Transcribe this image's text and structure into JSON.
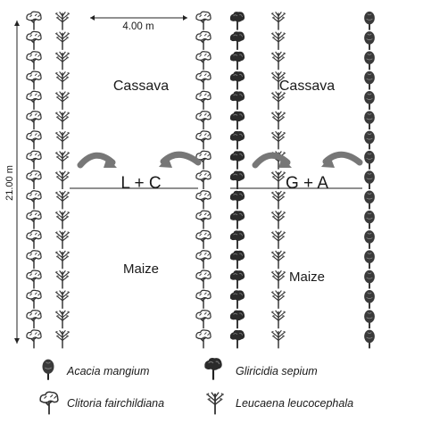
{
  "measurements": {
    "width_label": "4.00 m",
    "length_label": "21.00 m"
  },
  "plots": {
    "left": {
      "upper_crop": "Cassava",
      "lower_crop": "Maize",
      "treatment": "L + C"
    },
    "right": {
      "upper_crop": "Cassava",
      "lower_crop": "Maize",
      "treatment": "G + A"
    }
  },
  "tree_columns": [
    "clitoria",
    "leucaena",
    "clitoria",
    "gliricidia",
    "leucaena",
    "acacia"
  ],
  "legend": [
    {
      "icon": "acacia-tree-icon",
      "label": "Acacia mangium"
    },
    {
      "icon": "gliricidia-tree-icon",
      "label": "Gliricidia sepium"
    },
    {
      "icon": "clitoria-tree-icon",
      "label": "Clitoria fairchildiana"
    },
    {
      "icon": "leucaena-tree-icon",
      "label": "Leucaena leucocephala"
    }
  ]
}
